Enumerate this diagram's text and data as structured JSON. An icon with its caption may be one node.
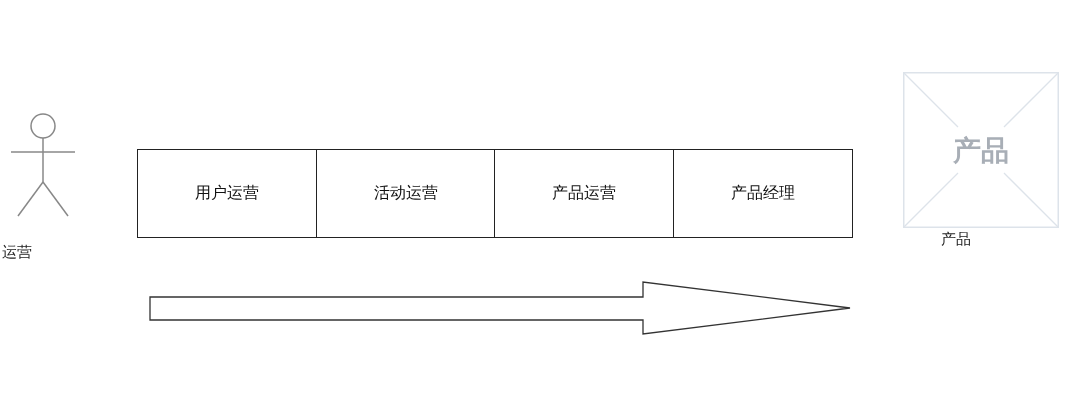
{
  "diagram": {
    "nodes": [
      {
        "text": [],
        "shape": "person",
        "beside": [
          "运营"
        ]
      },
      {
        "text": [
          "用户运营"
        ]
      },
      {
        "text": [
          "活动运营"
        ]
      },
      {
        "text": [
          "产品运营"
        ]
      },
      {
        "text": [
          "产品经理"
        ]
      },
      {
        "text": [
          "产品"
        ],
        "beside": [
          "产品"
        ]
      }
    ]
  }
}
